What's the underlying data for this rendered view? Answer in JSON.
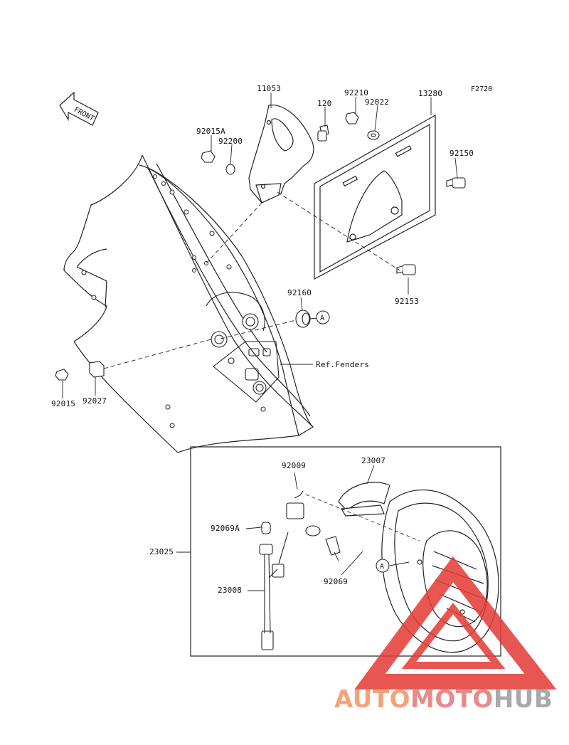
{
  "figure_id": "F2720",
  "front_label": "FRONT",
  "parts": {
    "p11053": "11053",
    "p120": "120",
    "p92210": "92210",
    "p92022": "92022",
    "p13280": "13280",
    "p92015A": "92015A",
    "p92200": "92200",
    "p92150": "92150",
    "p92153": "92153",
    "p92160": "92160",
    "p92015": "92015",
    "p92027": "92027",
    "p92009": "92009",
    "p23007": "23007",
    "p92069A": "92069A",
    "p23025": "23025",
    "p23008": "23008",
    "p92069": "92069"
  },
  "ref_label": "Ref.Fenders",
  "callout_a": "A",
  "watermark": {
    "part1": "AUTO",
    "part2": "MOTO",
    "part3": "HUB"
  },
  "colors": {
    "line": "#222222",
    "watermark_red": "#e53935",
    "watermark_orange": "#f4a27a",
    "watermark_gray": "#a9a9a9"
  }
}
